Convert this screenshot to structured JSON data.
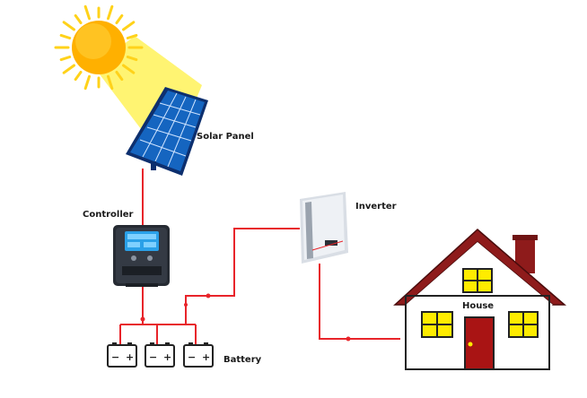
{
  "labels": {
    "solar_panel": "Solar Panel",
    "controller": "Controller",
    "inverter": "Inverter",
    "house": "House",
    "battery": "Battery"
  },
  "battery": {
    "count": 3,
    "minus": "−",
    "plus": "+"
  },
  "colors": {
    "sun_core": "#ffb000",
    "sun_ray": "#ffd21a",
    "beam": "#fff36a",
    "panel": "#1565c0",
    "panel_frame": "#0d2f6e",
    "wire": "#e8242a",
    "roof": "#8e1b1b",
    "wall": "#ffffff",
    "window": "#ffec00",
    "door": "#a91414",
    "controller_body": "#262b33",
    "controller_screen": "#2aa0e8",
    "inverter_body": "#eef1f5"
  }
}
